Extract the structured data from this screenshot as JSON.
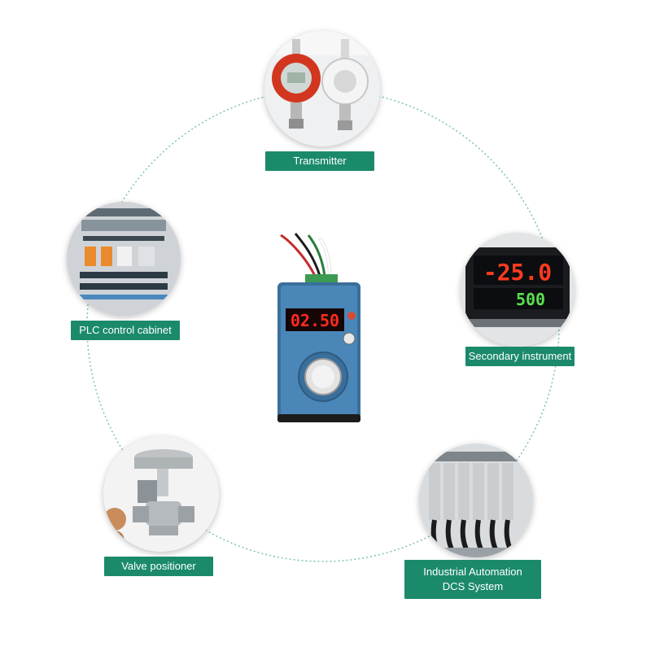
{
  "colors": {
    "label_bg": "#1b8a6b",
    "ring": "#7fc3b1"
  },
  "center_device": {
    "icon": "signal-generator-device-icon",
    "display_value": "02.50"
  },
  "nodes": {
    "transmitter": {
      "label": "Transmitter",
      "icon": "pressure-transmitter-icon"
    },
    "plc": {
      "label": "PLC control cabinet",
      "icon": "plc-cabinet-icon"
    },
    "secondary": {
      "label": "Secondary instrument",
      "icon": "digital-panel-meter-icon",
      "display_top": "-25.0",
      "display_bottom": "500"
    },
    "valve": {
      "label": "Valve positioner",
      "icon": "control-valve-icon"
    },
    "dcs": {
      "label_line1": "Industrial Automation",
      "label_line2": "DCS System",
      "icon": "dcs-terminal-block-icon"
    }
  }
}
